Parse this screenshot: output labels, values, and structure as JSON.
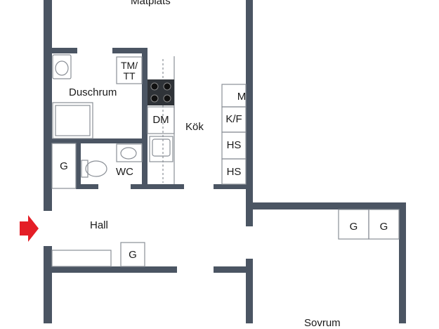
{
  "rooms": {
    "matplats": "Matplats",
    "duschrum": "Duschrum",
    "kok": "Kök",
    "wc": "WC",
    "hall": "Hall",
    "sovrum": "Sovrum"
  },
  "fixtures": {
    "tm_top": "TM/",
    "tm_bottom": "TT",
    "m": "M",
    "kf": "K/F",
    "hs1": "HS",
    "hs2": "HS",
    "dm": "DM",
    "g_wc": "G",
    "g_hall": "G",
    "g_sov1": "G",
    "g_sov2": "G"
  },
  "colors": {
    "wall": "#4b5563",
    "fixture_line": "#8a8f96",
    "entrance_arrow": "#e41e26"
  }
}
